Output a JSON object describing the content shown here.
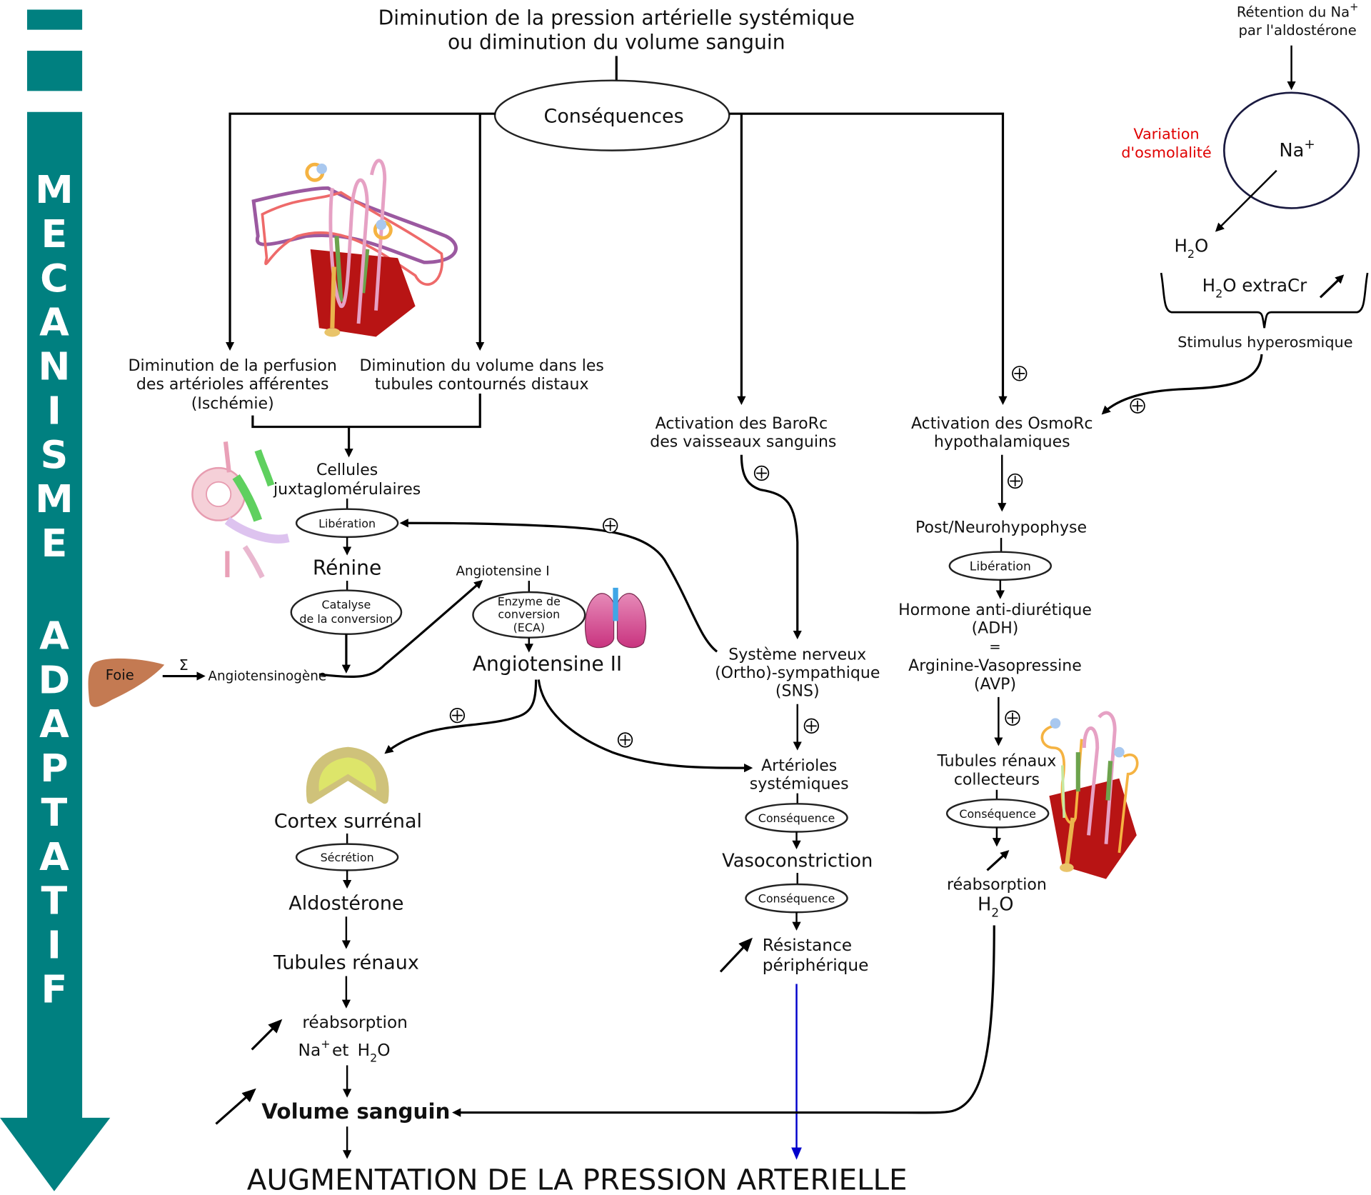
{
  "sidebar": {
    "title_word1": "MECANISME",
    "title_word2": "ADAPTATIF",
    "letters1": [
      "M",
      "E",
      "C",
      "A",
      "N",
      "I",
      "S",
      "M",
      "E"
    ],
    "letters2": [
      "A",
      "D",
      "A",
      "P",
      "T",
      "A",
      "T",
      "I",
      "F"
    ],
    "color": "#008080"
  },
  "top": {
    "trigger_line1": "Diminution de la pression artérielle systémique",
    "trigger_line2": "ou diminution du volume sanguin",
    "consequences": "Conséquences"
  },
  "osmo_panel": {
    "retention_line1": "Rétention du Na",
    "retention_sup": "+",
    "retention_line2": "par l'aldostérone",
    "variation_line1": "Variation",
    "variation_line2": "d'osmolalité",
    "variation_color": "#e00000",
    "na_label": "Na",
    "na_sup": "+",
    "h2o_h": "H",
    "h2o_sub": "2",
    "h2o_o": "O",
    "h2o_extra_h": "H",
    "h2o_extra_sub": "2",
    "h2o_extra_rest": "O extraCr",
    "stimulus": "Stimulus hyperosmique"
  },
  "renal_branch": {
    "perfusion_line1": "Diminution de la perfusion",
    "perfusion_line2": "des artérioles afférentes",
    "perfusion_line3": "(Ischémie)",
    "tubules_line1": "Diminution du volume dans les",
    "tubules_line2": "tubules contournés distaux",
    "juxta_line1": "Cellules",
    "juxta_line2": "juxtaglomérulaires",
    "liberation": "Libération",
    "renine": "Rénine",
    "catalyse_line1": "Catalyse",
    "catalyse_line2": "de la conversion",
    "foie": "Foie",
    "sigma": "Σ",
    "angiotensinogene": "Angiotensinogène",
    "angiotensine1": "Angiotensine I",
    "eca_line1": "Enzyme de",
    "eca_line2": "conversion",
    "eca_line3": "(ECA)",
    "angiotensine2": "Angiotensine II"
  },
  "baro_branch": {
    "activation_line1": "Activation des BaroRc",
    "activation_line2": "des vaisseaux sanguins",
    "sns_line1": "Système nerveux",
    "sns_line2": "(Ortho)-sympathique",
    "sns_line3": "(SNS)",
    "arterioles_line1": "Artérioles",
    "arterioles_line2": "systémiques",
    "consequence1": "Conséquence",
    "vasoconstriction": "Vasoconstriction",
    "consequence2": "Conséquence",
    "resistance_line1": "Résistance",
    "resistance_line2": "périphérique"
  },
  "osmo_branch": {
    "activation_line1": "Activation des OsmoRc",
    "activation_line2": "hypothalamiques",
    "neurohypophyse": "Post/Neurohypophyse",
    "liberation": "Libération",
    "adh_line1": "Hormone anti-diurétique",
    "adh_line2": "(ADH)",
    "equals": "=",
    "avp_line1": "Arginine-Vasopressine",
    "avp_line2": "(AVP)",
    "collecteurs_line1": "Tubules rénaux",
    "collecteurs_line2": "collecteurs",
    "consequence": "Conséquence",
    "reabsorption": "réabsorption",
    "h2o_h": "H",
    "h2o_sub": "2",
    "h2o_o": "O"
  },
  "aldo_branch": {
    "cortex": "Cortex surrénal",
    "secretion": "Sécrétion",
    "aldosterone": "Aldostérone",
    "tubules": "Tubules rénaux",
    "reabsorption": "réabsorption",
    "na": "Na",
    "na_sup": "+",
    "et": "et",
    "h2o_h": "H",
    "h2o_sub": "2",
    "h2o_o": "O"
  },
  "outcome": {
    "volume": "Volume sanguin",
    "final": "AUGMENTATION DE LA PRESSION ARTERIELLE",
    "blue_arrow_color": "#0000cc"
  },
  "symbols": {
    "plus": "+"
  }
}
